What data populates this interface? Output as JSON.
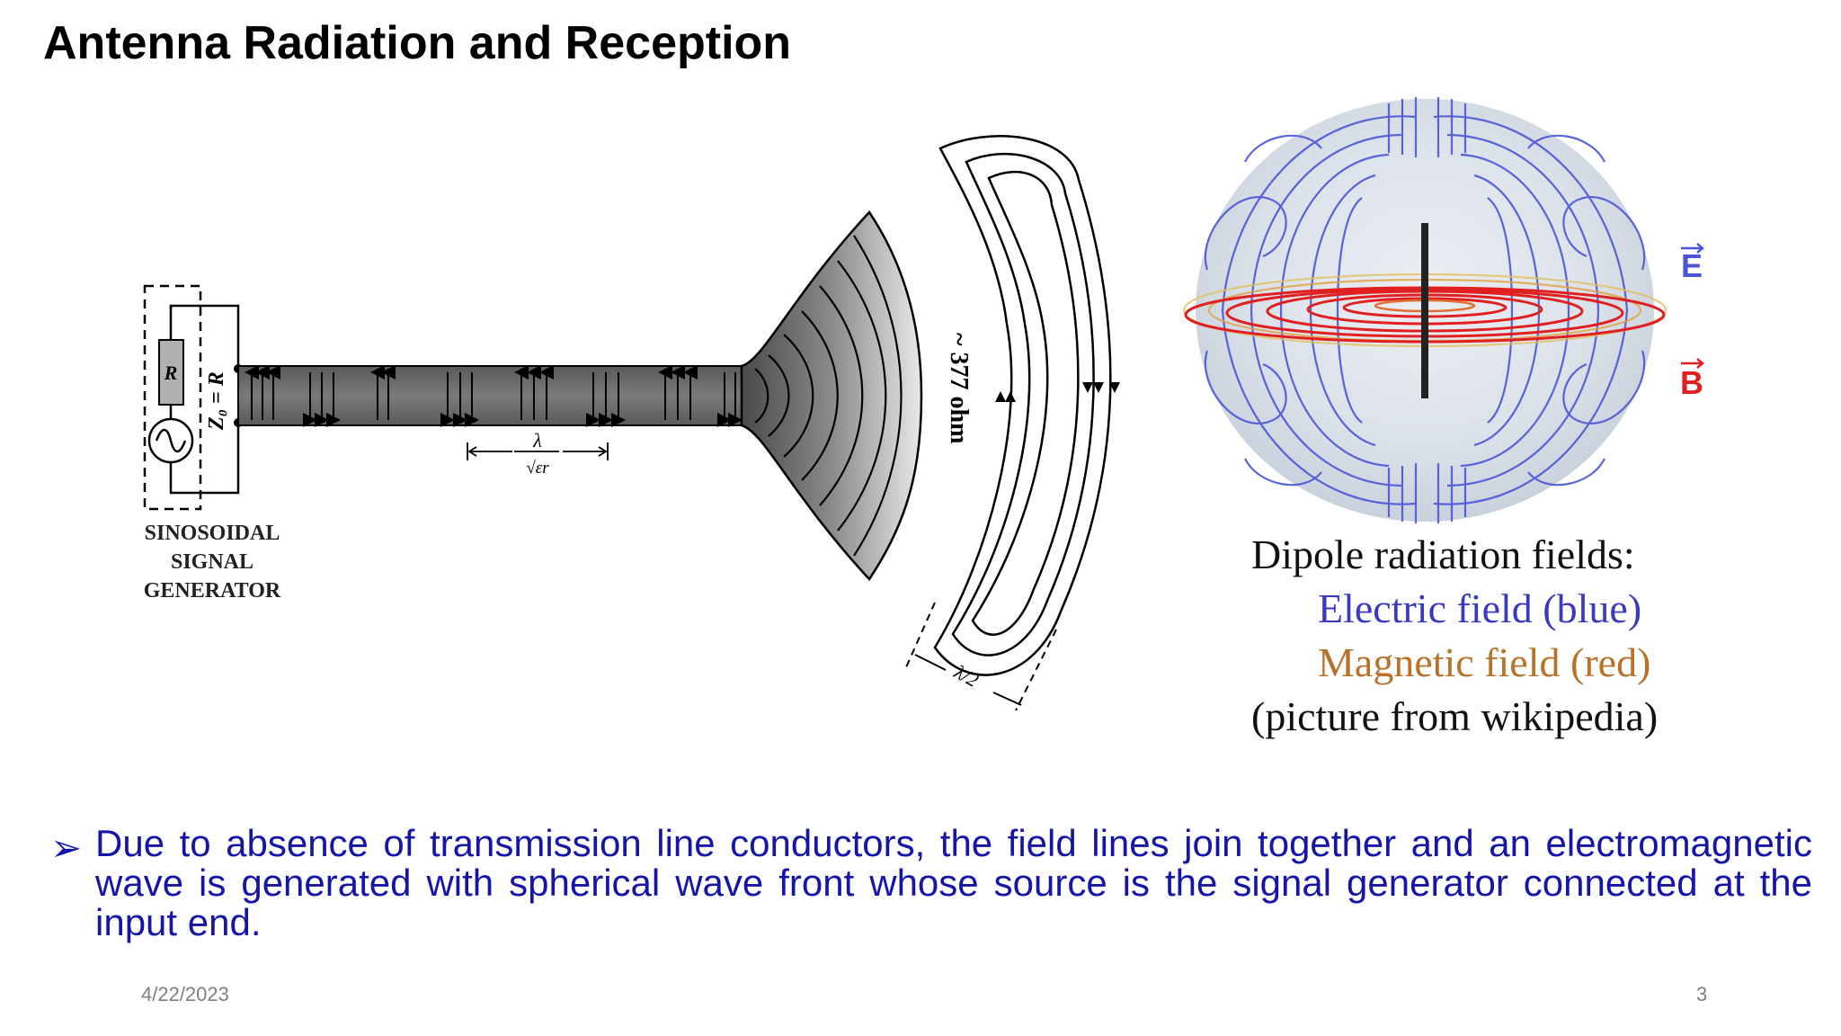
{
  "slide": {
    "title": "Antenna Radiation and Reception",
    "body": "Due to absence of transmission line conductors, the field lines join together and an electromagnetic wave is generated with spherical wave front whose source is the signal generator connected at the input end.",
    "bullet_glyph": "➢",
    "footer_date": "4/22/2023",
    "page_number": "3"
  },
  "left_figure": {
    "resistor_label": "R",
    "impedance_label": "Z₀ = R",
    "generator_caption": [
      "SINOSOIDAL",
      "SIGNAL",
      "GENERATOR"
    ],
    "wavelength_numerator": "λ",
    "wavelength_denominator": "√εr",
    "impedance_space_label": "~ 377 ohm",
    "half_wavelength_label": "λ/2"
  },
  "right_figure": {
    "e_label": "E",
    "b_label": "B",
    "caption_line1": "Dipole radiation fields:",
    "caption_line2": "Electric field (blue)",
    "caption_line3": "Magnetic field (red)",
    "caption_line4": "(picture from wikipedia)"
  },
  "colors": {
    "body_text": "#1515a8",
    "electric_field": "#4a55d8",
    "magnetic_field": "#e02020",
    "magnetic_caption": "#b8722a",
    "footer": "#7f7f7f"
  }
}
